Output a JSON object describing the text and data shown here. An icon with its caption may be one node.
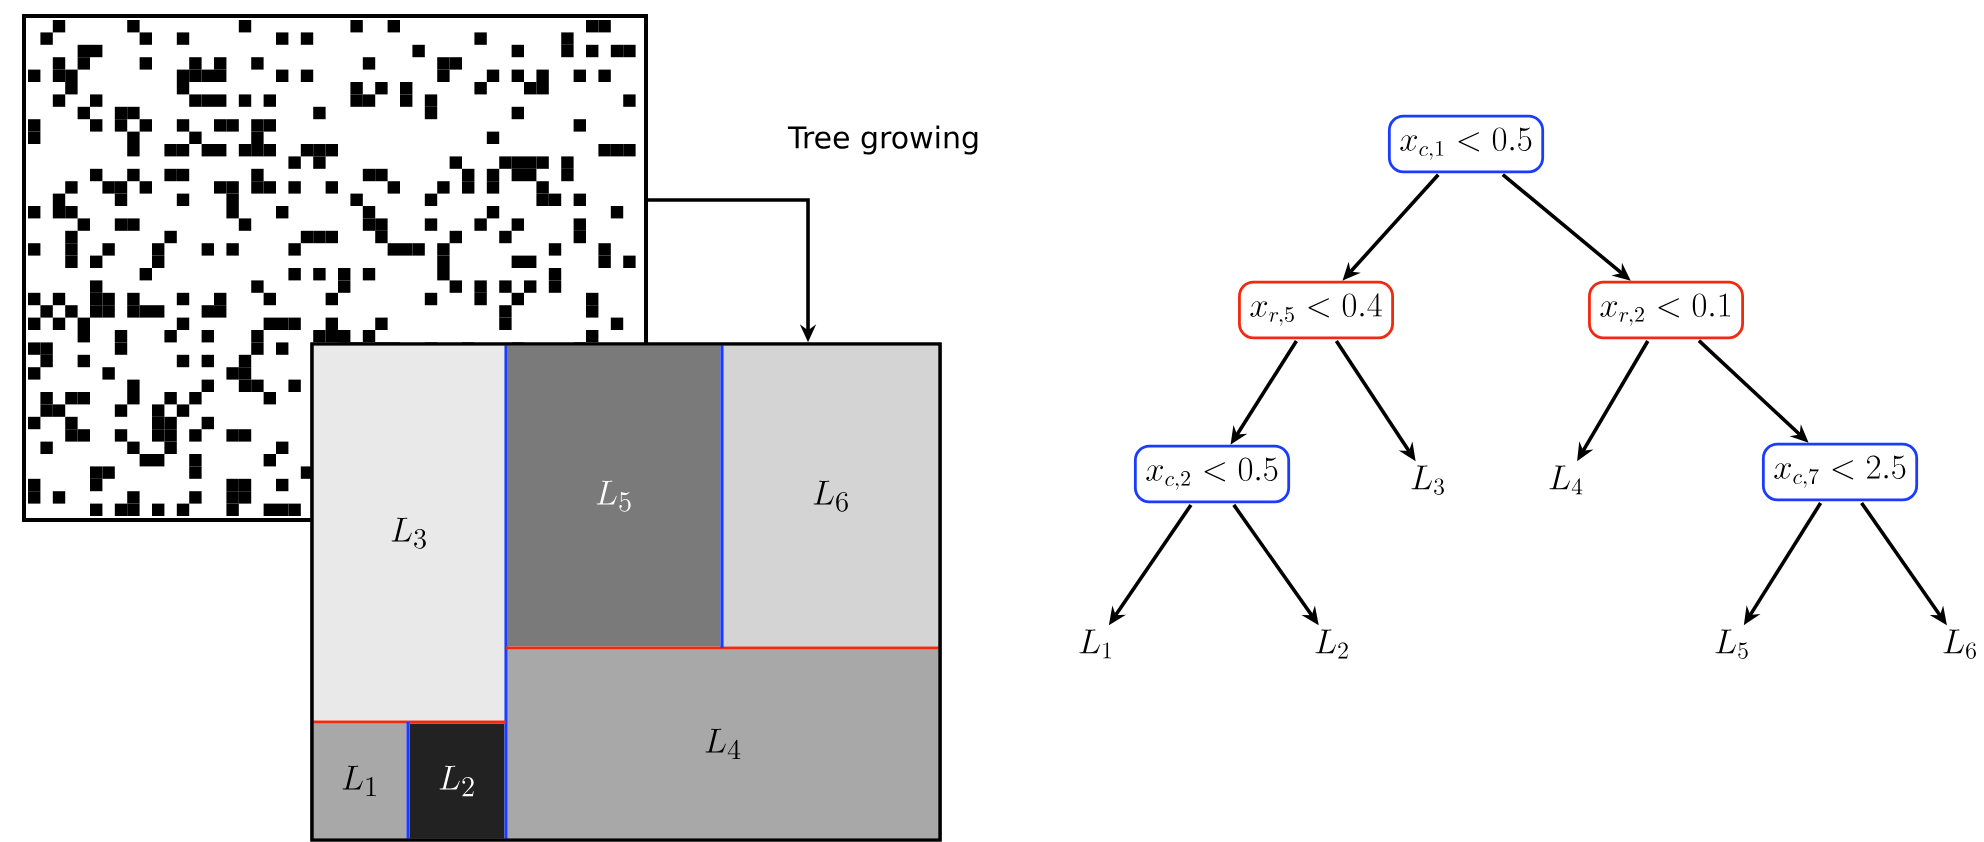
{
  "diagram": {
    "nodes": [
      {
        "text": [],
        "shape": "picture"
      },
      {
        "text": [],
        "shape": "box"
      },
      {
        "text": [
          "L_3"
        ],
        "in": 1
      },
      {
        "text": [
          "L_5"
        ],
        "in": 1
      },
      {
        "text": [
          "L_6"
        ],
        "in": 1
      },
      {
        "text": [
          "L_1"
        ],
        "in": 1
      },
      {
        "text": [
          "L_2"
        ],
        "in": 1
      },
      {
        "text": [
          "L_4"
        ],
        "in": 1
      },
      {
        "text": [
          "x_{c,1} < 0.5"
        ]
      },
      {
        "text": [
          "x_{r,5} < 0.4"
        ]
      },
      {
        "text": [
          "x_{r,2} < 0.1"
        ]
      },
      {
        "text": [
          "x_{c,2} < 0.5"
        ]
      },
      {
        "text": [
          "L_3"
        ]
      },
      {
        "text": [
          "L_4"
        ]
      },
      {
        "text": [
          "x_{c,7} < 2.5"
        ]
      },
      {
        "text": [
          "L_1"
        ]
      },
      {
        "text": [
          "L_2"
        ]
      },
      {
        "text": [
          "L_5"
        ]
      },
      {
        "text": [
          "L_6"
        ]
      }
    ],
    "edges": [
      {
        "from": 0,
        "to": 1,
        "arrow": "to",
        "label": "Tree growing"
      },
      {
        "from": 8,
        "to": 9,
        "arrow": "to"
      },
      {
        "from": 8,
        "to": 10,
        "arrow": "to"
      },
      {
        "from": 9,
        "to": 11,
        "arrow": "to"
      },
      {
        "from": 9,
        "to": 12,
        "arrow": "to"
      },
      {
        "from": 10,
        "to": 13,
        "arrow": "to"
      },
      {
        "from": 10,
        "to": 14,
        "arrow": "to"
      },
      {
        "from": 11,
        "to": 15,
        "arrow": "to"
      },
      {
        "from": 11,
        "to": 16,
        "arrow": "to"
      },
      {
        "from": 14,
        "to": 17,
        "arrow": "to"
      },
      {
        "from": 14,
        "to": 18,
        "arrow": "to"
      }
    ]
  }
}
